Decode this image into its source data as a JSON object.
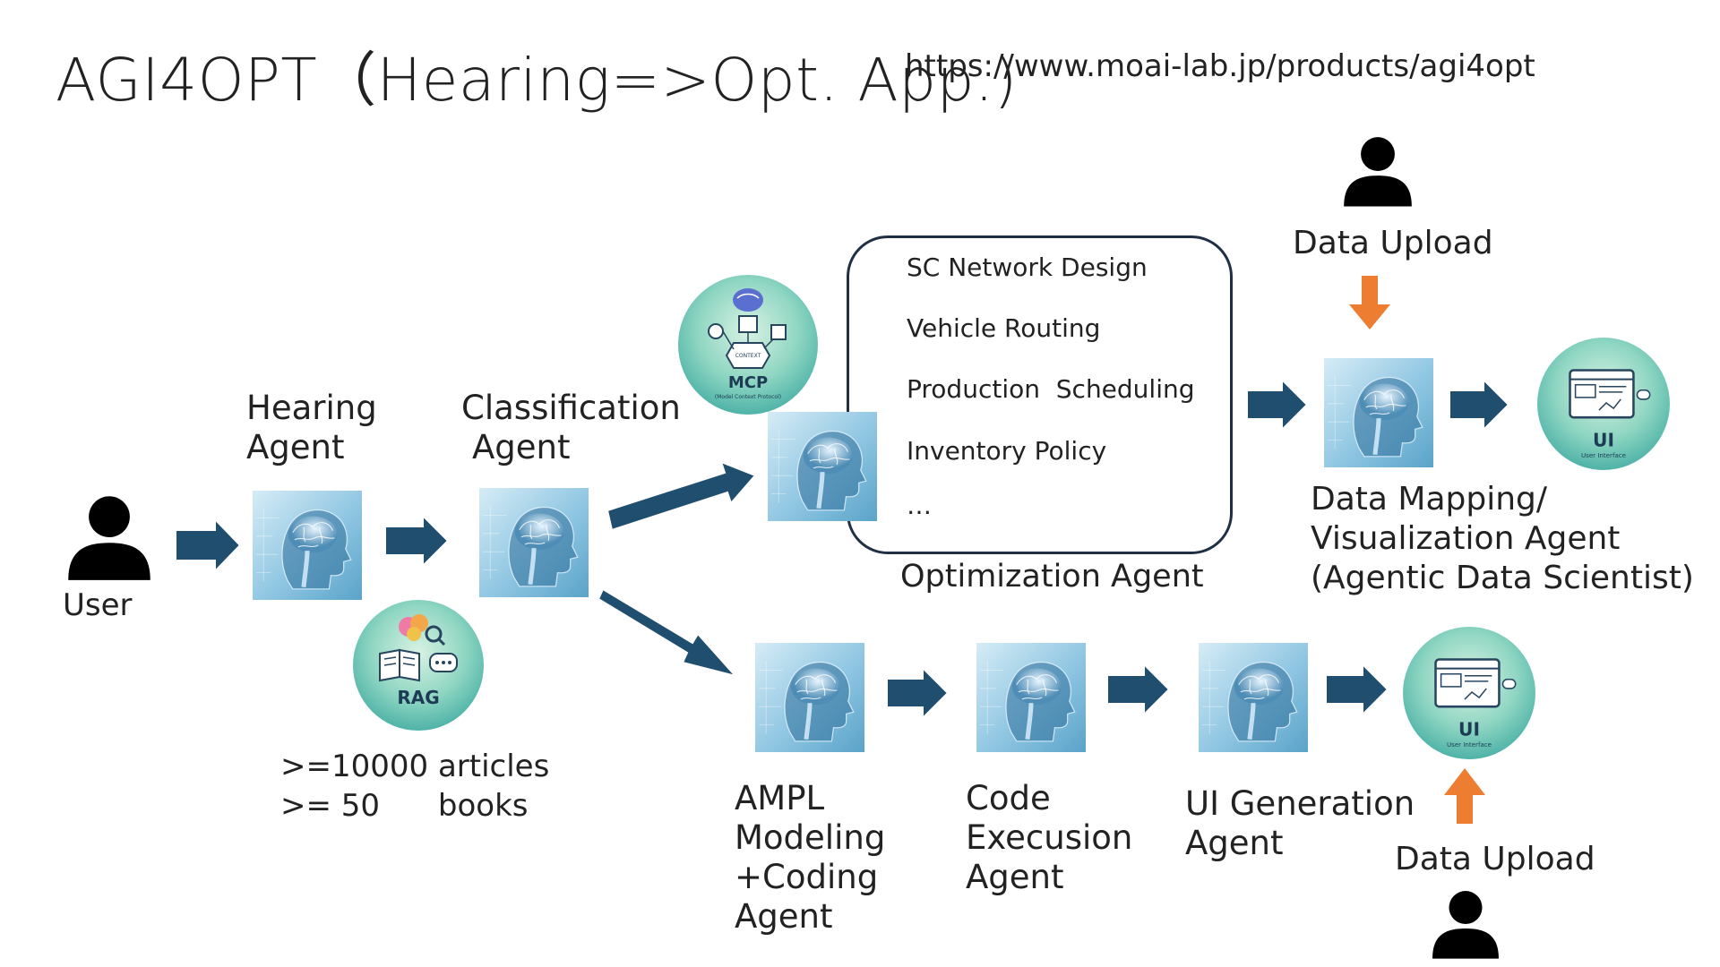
{
  "header": {
    "title": "AGI4OPT（Hearing=>Opt. App.)",
    "url": "https://www.moai-lab.jp/products/agi4opt"
  },
  "user": {
    "label": "User"
  },
  "hearing_agent": {
    "line1": "Hearing",
    "line2": "Agent"
  },
  "classification_agent": {
    "line1": "Classification",
    "line2": "Agent"
  },
  "rag": {
    "badge_text": "RAG",
    "stats_line1": ">=10000 articles",
    "stats_line2": ">= 50      books"
  },
  "mcp": {
    "badge_text": "MCP",
    "badge_subtext": "(Model Context Protocol)",
    "context_text": "CONTEXT"
  },
  "optimization": {
    "items": [
      "SC Network Design",
      "Vehicle Routing",
      "Production  Scheduling",
      "Inventory Policy",
      "…"
    ],
    "label": "Optimization Agent"
  },
  "data_upload_top": {
    "label": "Data Upload"
  },
  "data_mapping_agent": {
    "line1": "Data Mapping/",
    "line2": "Visualization Agent",
    "line3": "(Agentic Data Scientist)"
  },
  "ui_badge": {
    "text": "UI",
    "subtext": "User Interface"
  },
  "ampl_agent": {
    "line1": "AMPL",
    "line2": "Modeling",
    "line3": "+Coding",
    "line4": "Agent"
  },
  "code_exec_agent": {
    "line1": "Code",
    "line2": "Execusion",
    "line3": "Agent"
  },
  "ui_gen_agent": {
    "line1": "UI Generation",
    "line2": "Agent"
  },
  "data_upload_bottom": {
    "label": "Data Upload"
  },
  "colors": {
    "arrow": "#1f4e6e",
    "upload_arrow": "#ed7d31",
    "person": "#000000",
    "optbox_border": "#1f2f44"
  }
}
